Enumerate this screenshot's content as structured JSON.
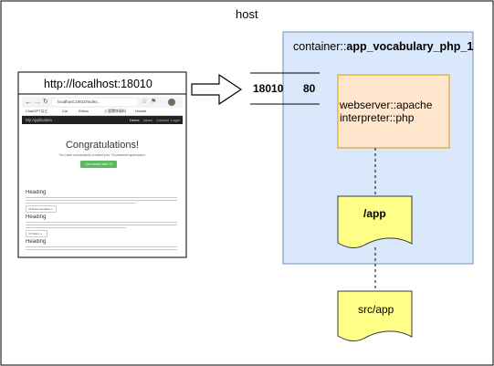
{
  "host": {
    "label": "host"
  },
  "browser": {
    "url_label": "http://localhost:18010",
    "address_text": "localhost:18010/index...",
    "bookmarks": [
      "ChatGPTなど",
      "Cal",
      "Ethics",
      "入管関係資料",
      "Hoseki"
    ],
    "app_name": "My Application",
    "nav_items": [
      "Home",
      "About",
      "Contact",
      "Login"
    ],
    "hero_title": "Congratulations!",
    "hero_subtitle": "You have successfully created your Yii-powered application.",
    "cta_label": "Get started with Yii",
    "section_heading": "Heading",
    "section_button": "Yii Documentation »",
    "section_button_2": "Yii Forum »"
  },
  "arrow": {
    "host_port": "18010",
    "container_port": "80"
  },
  "container": {
    "label_prefix": "container::",
    "label_name": "app_vocabulary_php_1",
    "service_line1": "webserver::apache",
    "service_line2": "interpreter::php",
    "volume": "/app"
  },
  "host_dir": {
    "label": "src/app"
  },
  "colors": {
    "container_fill": "#dae8fc",
    "container_stroke": "#6c8ebf",
    "service_fill": "#ffe6cc",
    "service_stroke": "#d79b00",
    "volume_fill": "#ffff88",
    "volume_stroke": "#36393d",
    "cta_green": "#5cb85c"
  },
  "icons": [
    "back-arrow-icon",
    "forward-arrow-icon",
    "reload-icon",
    "star-icon",
    "extension-icon",
    "avatar-icon",
    "right-arrow-icon"
  ]
}
